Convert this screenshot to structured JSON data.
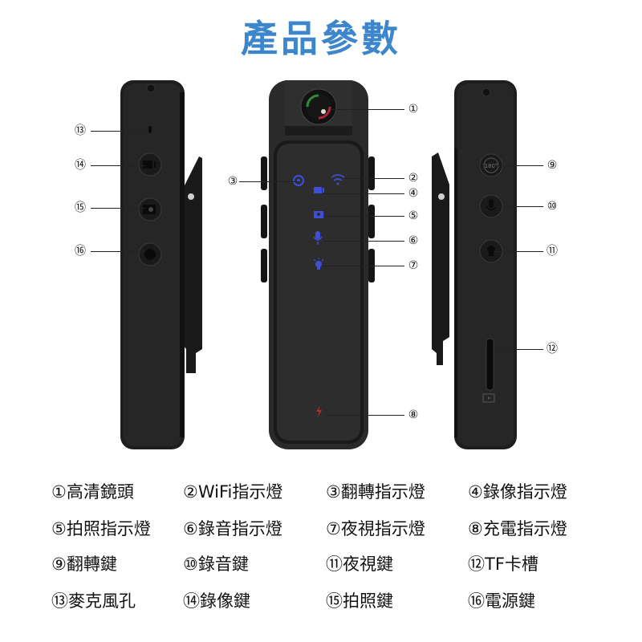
{
  "title": "產品參數",
  "colors": {
    "title": "#3d86cc",
    "indicator_blue": "#3e4fd6",
    "charge_red": "#c0282c",
    "device_body": "#1e1e1e"
  },
  "callout_markers": {
    "m1": "①",
    "m2": "②",
    "m3": "③",
    "m4": "④",
    "m5": "⑤",
    "m6": "⑥",
    "m7": "⑦",
    "m8": "⑧",
    "m9": "⑨",
    "m10": "⑩",
    "m11": "⑪",
    "m12": "⑫",
    "m13": "⑬",
    "m14": "⑭",
    "m15": "⑮",
    "m16": "⑯"
  },
  "button_label_180": "180°",
  "specs": [
    {
      "label": "①高清鏡頭"
    },
    {
      "label": "②WiFi指示燈"
    },
    {
      "label": "③翻轉指示燈"
    },
    {
      "label": "④錄像指示燈"
    },
    {
      "label": "⑤拍照指示燈"
    },
    {
      "label": "⑥錄音指示燈"
    },
    {
      "label": "⑦夜視指示燈"
    },
    {
      "label": "⑧充電指示燈"
    },
    {
      "label": "⑨翻轉鍵"
    },
    {
      "label": "⑩錄音鍵"
    },
    {
      "label": "⑪夜視鍵"
    },
    {
      "label": "⑫TF卡槽"
    },
    {
      "label": "⑬麥克風孔"
    },
    {
      "label": "⑭錄像鍵"
    },
    {
      "label": "⑮拍照鍵"
    },
    {
      "label": "⑯電源鍵"
    }
  ]
}
